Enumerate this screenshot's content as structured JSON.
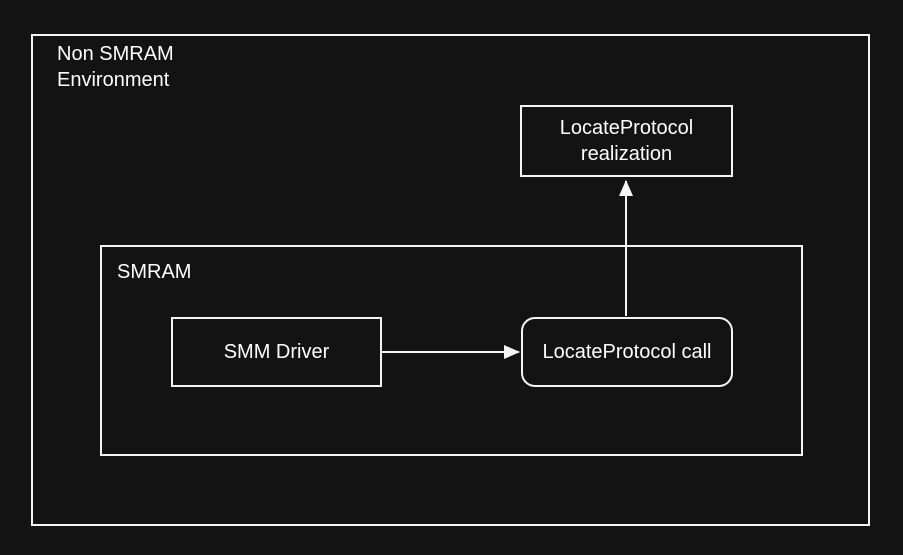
{
  "colors": {
    "background": "#131313",
    "stroke": "#f5f5f5",
    "text": "#fdfdfd"
  },
  "outer_box": {
    "label": "Non SMRAM\nEnvironment"
  },
  "realization_box": {
    "label": "LocateProtocol\nrealization"
  },
  "smram_box": {
    "label": "SMRAM"
  },
  "smm_driver_box": {
    "label": "SMM Driver"
  },
  "call_box": {
    "label": "LocateProtocol call"
  },
  "arrows": [
    {
      "from": "SMM Driver",
      "to": "LocateProtocol call",
      "direction": "right"
    },
    {
      "from": "LocateProtocol call",
      "to": "LocateProtocol realization",
      "direction": "up"
    }
  ]
}
